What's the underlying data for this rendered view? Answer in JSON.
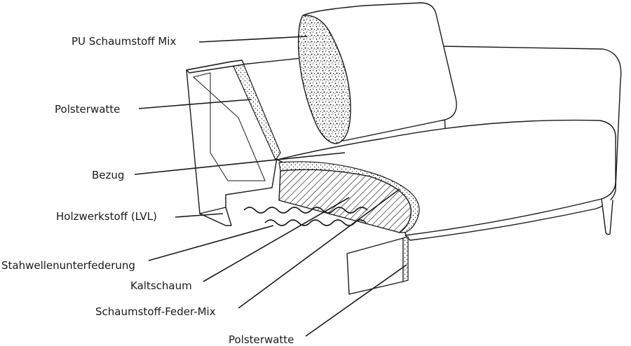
{
  "labels": {
    "pu_foam_mix": "PU Schaumstoff Mix",
    "padding_top": "Polsterwatte",
    "cover": "Bezug",
    "wood_material": "Holzwerkstoff (LVL)",
    "spring_suspension": "Stahwellenunterfederung",
    "cold_foam": "Kaltschaum",
    "foam_spring_mix": "Schaumstoff-Feder-Mix",
    "padding_bottom": "Polsterwatte"
  },
  "colors": {
    "line": "#1a1a1a",
    "background": "#ffffff"
  }
}
